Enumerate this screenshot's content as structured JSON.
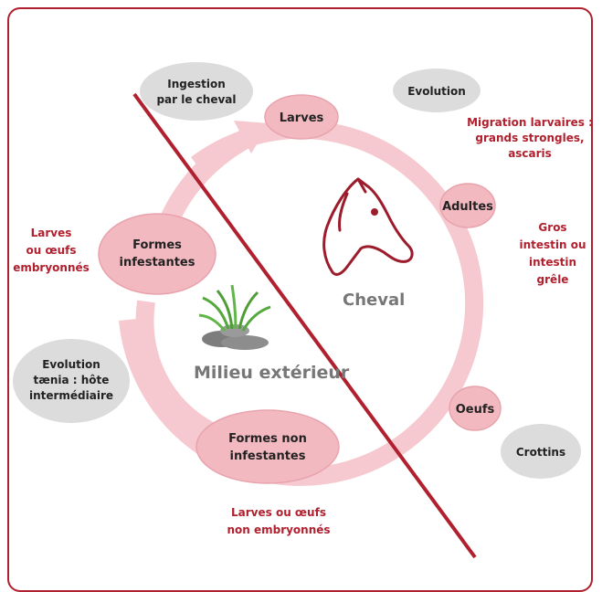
{
  "colors": {
    "frame": "#b0202e",
    "ring": "#f5c9cf",
    "node": "#f3b9c0",
    "node_stroke": "#e8a3ad",
    "grey_bubble": "#dcdcdc",
    "divider": "#b0202e",
    "red_text": "#b0202e",
    "horse": "#9c1c2c"
  },
  "stages": {
    "larves": "Larves",
    "adultes": "Adultes",
    "oeufs": "Oeufs",
    "formes_non_infestantes": [
      "Formes non",
      "infestantes"
    ],
    "formes_infestantes": [
      "Formes",
      "infestantes"
    ]
  },
  "environments": {
    "cheval": "Cheval",
    "milieu": "Milieu extérieur"
  },
  "grey_notes": {
    "ingestion": [
      "Ingestion",
      "par le cheval"
    ],
    "evolution": "Evolution",
    "crottins": "Crottins",
    "evolution_taenia": [
      "Evolution",
      "tænia : hôte",
      "intermédiaire"
    ]
  },
  "red_notes": {
    "migration": [
      "Migration larvaires :",
      "grands strongles,",
      "ascaris"
    ],
    "intestin": [
      "Gros",
      "intestin ou",
      "intestin",
      "grêle"
    ],
    "larves_oeufs_embryonnes": [
      "Larves",
      "ou œufs",
      "embryonnés"
    ],
    "larves_oeufs_non_embryonnes": [
      "Larves ou œufs",
      "non embryonnés"
    ]
  },
  "icons": {
    "horse": "horse-head-icon",
    "grass": "grass-on-rocks-icon"
  }
}
